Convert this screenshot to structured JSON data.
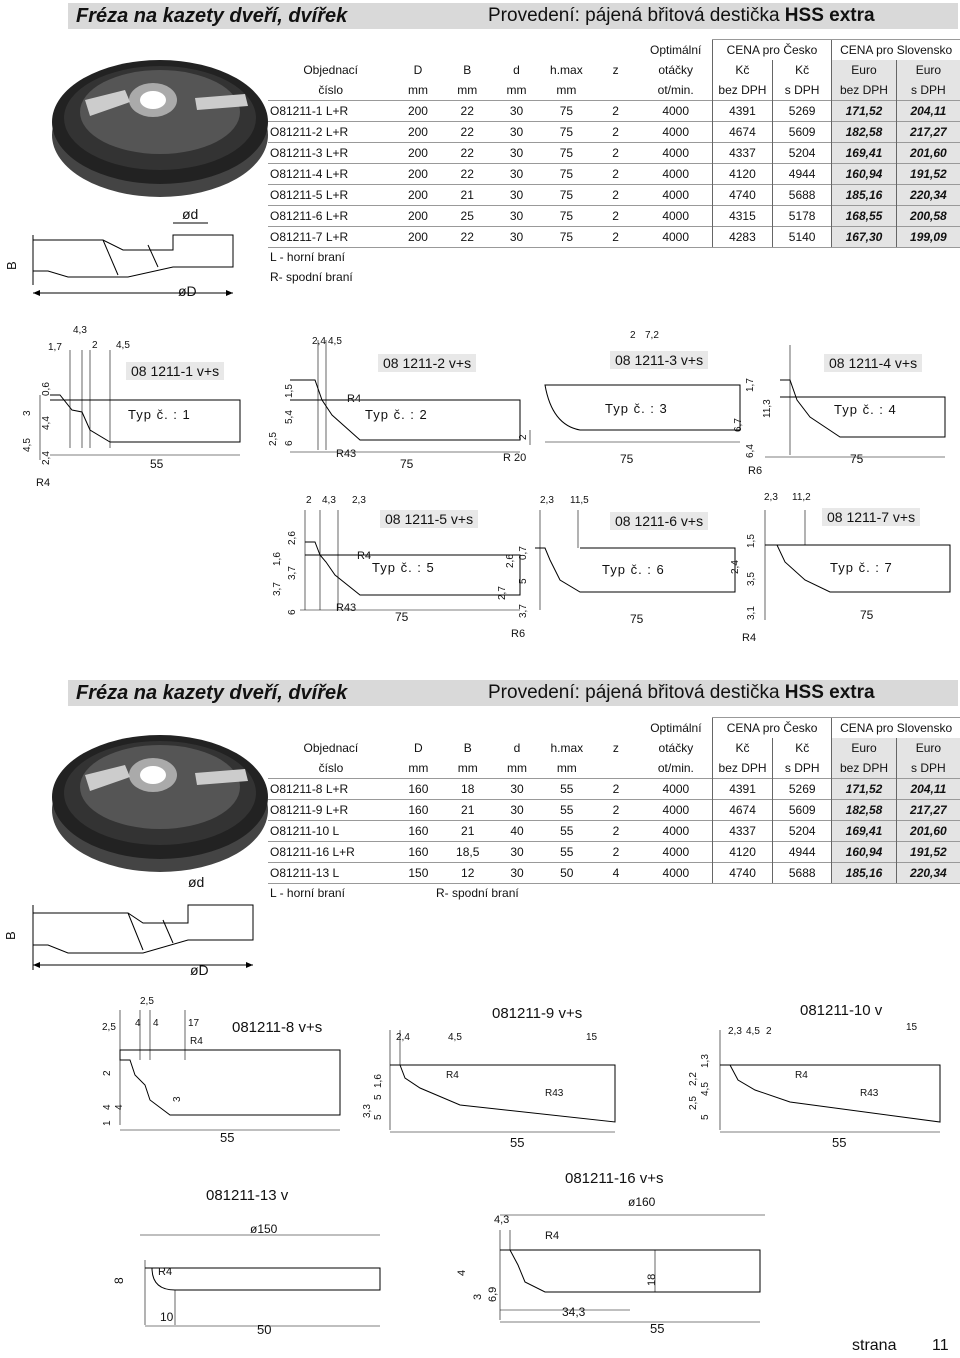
{
  "section1": {
    "title": "Fréza na kazety dveří, dvířek",
    "execution_prefix": "Provedení: pájená břitová destička",
    "execution_bold": "HSS extra",
    "head": {
      "r1": [
        "",
        "",
        "",
        "",
        "",
        "",
        "Optimální",
        "CENA pro Česko",
        "CENA pro Slovensko"
      ],
      "r2": [
        "Objednací",
        "D",
        "B",
        "d",
        "h.max",
        "z",
        "otáčky",
        "Kč",
        "Kč",
        "Euro",
        "Euro"
      ],
      "r3": [
        "číslo",
        "mm",
        "mm",
        "mm",
        "mm",
        "",
        "ot/min.",
        "bez DPH",
        "s DPH",
        "bez DPH",
        "s DPH"
      ]
    },
    "rows": [
      [
        "O81211-1 L+R",
        "200",
        "22",
        "30",
        "75",
        "2",
        "4000",
        "4391",
        "5269",
        "171,52",
        "204,11"
      ],
      [
        "O81211-2 L+R",
        "200",
        "22",
        "30",
        "75",
        "2",
        "4000",
        "4674",
        "5609",
        "182,58",
        "217,27"
      ],
      [
        "O81211-3 L+R",
        "200",
        "22",
        "30",
        "75",
        "2",
        "4000",
        "4337",
        "5204",
        "169,41",
        "201,60"
      ],
      [
        "O81211-4 L+R",
        "200",
        "22",
        "30",
        "75",
        "2",
        "4000",
        "4120",
        "4944",
        "160,94",
        "191,52"
      ],
      [
        "O81211-5 L+R",
        "200",
        "21",
        "30",
        "75",
        "2",
        "4000",
        "4740",
        "5688",
        "185,16",
        "220,34"
      ],
      [
        "O81211-6 L+R",
        "200",
        "25",
        "30",
        "75",
        "2",
        "4000",
        "4315",
        "5178",
        "168,55",
        "200,58"
      ],
      [
        "O81211-7 L+R",
        "200",
        "22",
        "30",
        "75",
        "2",
        "4000",
        "4283",
        "5140",
        "167,30",
        "199,09"
      ]
    ],
    "note1": "L - horní braní",
    "note2": "R- spodní braní",
    "drawing": {
      "d_label": "ød",
      "D_label": "øD",
      "B_label": "B"
    }
  },
  "profiles1": [
    {
      "name": "08 1211-1 v+s",
      "typ": "Typ č. : 1",
      "length": "55"
    },
    {
      "name": "08 1211-2 v+s",
      "typ": "Typ č. : 2",
      "length": "75"
    },
    {
      "name": "08 1211-3 v+s",
      "typ": "Typ č. : 3",
      "length": "75"
    },
    {
      "name": "08 1211-4 v+s",
      "typ": "Typ č. : 4",
      "length": "75"
    },
    {
      "name": "08 1211-5 v+s",
      "typ": "Typ č. : 5",
      "length": "75"
    },
    {
      "name": "08 1211-6 v+s",
      "typ": "Typ č. : 6",
      "length": "75"
    },
    {
      "name": "08 1211-7 v+s",
      "typ": "Typ č. : 7",
      "length": "75"
    }
  ],
  "dims1": {
    "p1": [
      "4,3",
      "1,7",
      "2",
      "4,5",
      "0,6",
      "3",
      "4,4",
      "4,5",
      "2,4",
      "R4"
    ],
    "p2": [
      "2,4",
      "4,5",
      "1,5",
      "5,4",
      "2,5",
      "6",
      "R4",
      "R43"
    ],
    "p3": [
      "2",
      "7,2",
      "2",
      "R 20"
    ],
    "p4": [
      "1,7",
      "11,3",
      "6,7",
      "6,4",
      "R6"
    ],
    "p5": [
      "2",
      "4,3",
      "2,3",
      "2,6",
      "1,6",
      "3,7",
      "3,7",
      "6",
      "R4",
      "R43"
    ],
    "p6": [
      "2,3",
      "11,5",
      "2,6",
      "0,7",
      "2,7",
      "5",
      "3,7",
      "R6"
    ],
    "p7": [
      "2,3",
      "11,2",
      "1,5",
      "2,4",
      "3,5",
      "3,1",
      "R4"
    ]
  },
  "section2": {
    "title": "Fréza na kazety dveří, dvířek",
    "execution_prefix": "Provedení: pájená břitová destička",
    "execution_bold": "HSS extra",
    "rows": [
      [
        "O81211-8 L+R",
        "160",
        "18",
        "30",
        "55",
        "2",
        "4000",
        "4391",
        "5269",
        "171,52",
        "204,11"
      ],
      [
        "O81211-9 L+R",
        "160",
        "21",
        "30",
        "55",
        "2",
        "4000",
        "4674",
        "5609",
        "182,58",
        "217,27"
      ],
      [
        "O81211-10 L",
        "160",
        "21",
        "40",
        "55",
        "2",
        "4000",
        "4337",
        "5204",
        "169,41",
        "201,60"
      ],
      [
        "O81211-16 L+R",
        "160",
        "18,5",
        "30",
        "55",
        "2",
        "4000",
        "4120",
        "4944",
        "160,94",
        "191,52"
      ],
      [
        "O81211-13 L",
        "150",
        "12",
        "30",
        "50",
        "4",
        "4000",
        "4740",
        "5688",
        "185,16",
        "220,34"
      ]
    ],
    "note1": "L - horní braní",
    "note2": "R- spodní braní"
  },
  "profiles2": [
    {
      "name": "081211-8 v+s",
      "length": "55",
      "dims": [
        "2,5",
        "2,5",
        "4",
        "4",
        "17",
        "R4",
        "2",
        "4",
        "4",
        "1",
        "3"
      ]
    },
    {
      "name": "081211-9 v+s",
      "length": "55",
      "dims": [
        "2,4",
        "4,5",
        "15",
        "R4",
        "R43",
        "1,6",
        "5",
        "3,3",
        "5"
      ]
    },
    {
      "name": "081211-10 v",
      "length": "55",
      "dims": [
        "2,3",
        "4,5",
        "2",
        "15",
        "R4",
        "R43",
        "1,3",
        "2,2",
        "4,5",
        "2,5",
        "5"
      ]
    },
    {
      "name": "081211-13 v",
      "length": "50",
      "dims": [
        "ø150",
        "8",
        "R4",
        "10"
      ]
    },
    {
      "name": "081211-16 v+s",
      "length": "55",
      "dims": [
        "ø160",
        "4,3",
        "R4",
        "4",
        "3",
        "6,9",
        "18",
        "34,3"
      ]
    }
  ],
  "footer": {
    "label": "strana",
    "page": "11"
  }
}
